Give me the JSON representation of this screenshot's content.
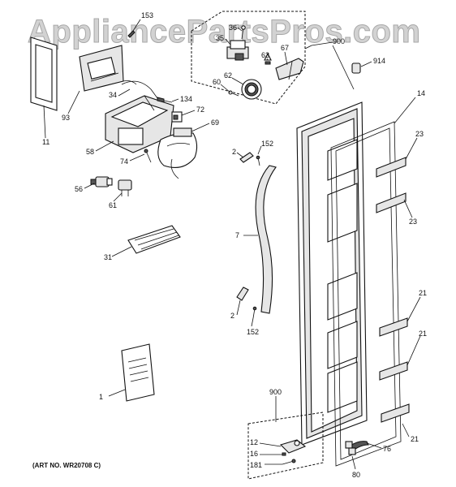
{
  "watermark": "AppliancePartsPros.com",
  "art_number": "(ART NO. WR20708 C)",
  "callouts": {
    "c153": "153",
    "c36": "36",
    "c35": "35",
    "c900a": "900",
    "c914": "914",
    "c63": "63",
    "c67": "67",
    "c62": "62",
    "c60": "60",
    "c14": "14",
    "c34": "34",
    "c93": "93",
    "c11": "11",
    "c134": "134",
    "c72": "72",
    "c69": "69",
    "c58": "58",
    "c74": "74",
    "c56": "56",
    "c61": "61",
    "c2a": "2",
    "c152a": "152",
    "c23a": "23",
    "c23b": "23",
    "c7": "7",
    "c31": "31",
    "c2b": "2",
    "c152b": "152",
    "c21a": "21",
    "c21b": "21",
    "c1": "1",
    "c900b": "900",
    "c12": "12",
    "c16": "16",
    "c181": "181",
    "c76": "76",
    "c21c": "21",
    "c80": "80"
  }
}
